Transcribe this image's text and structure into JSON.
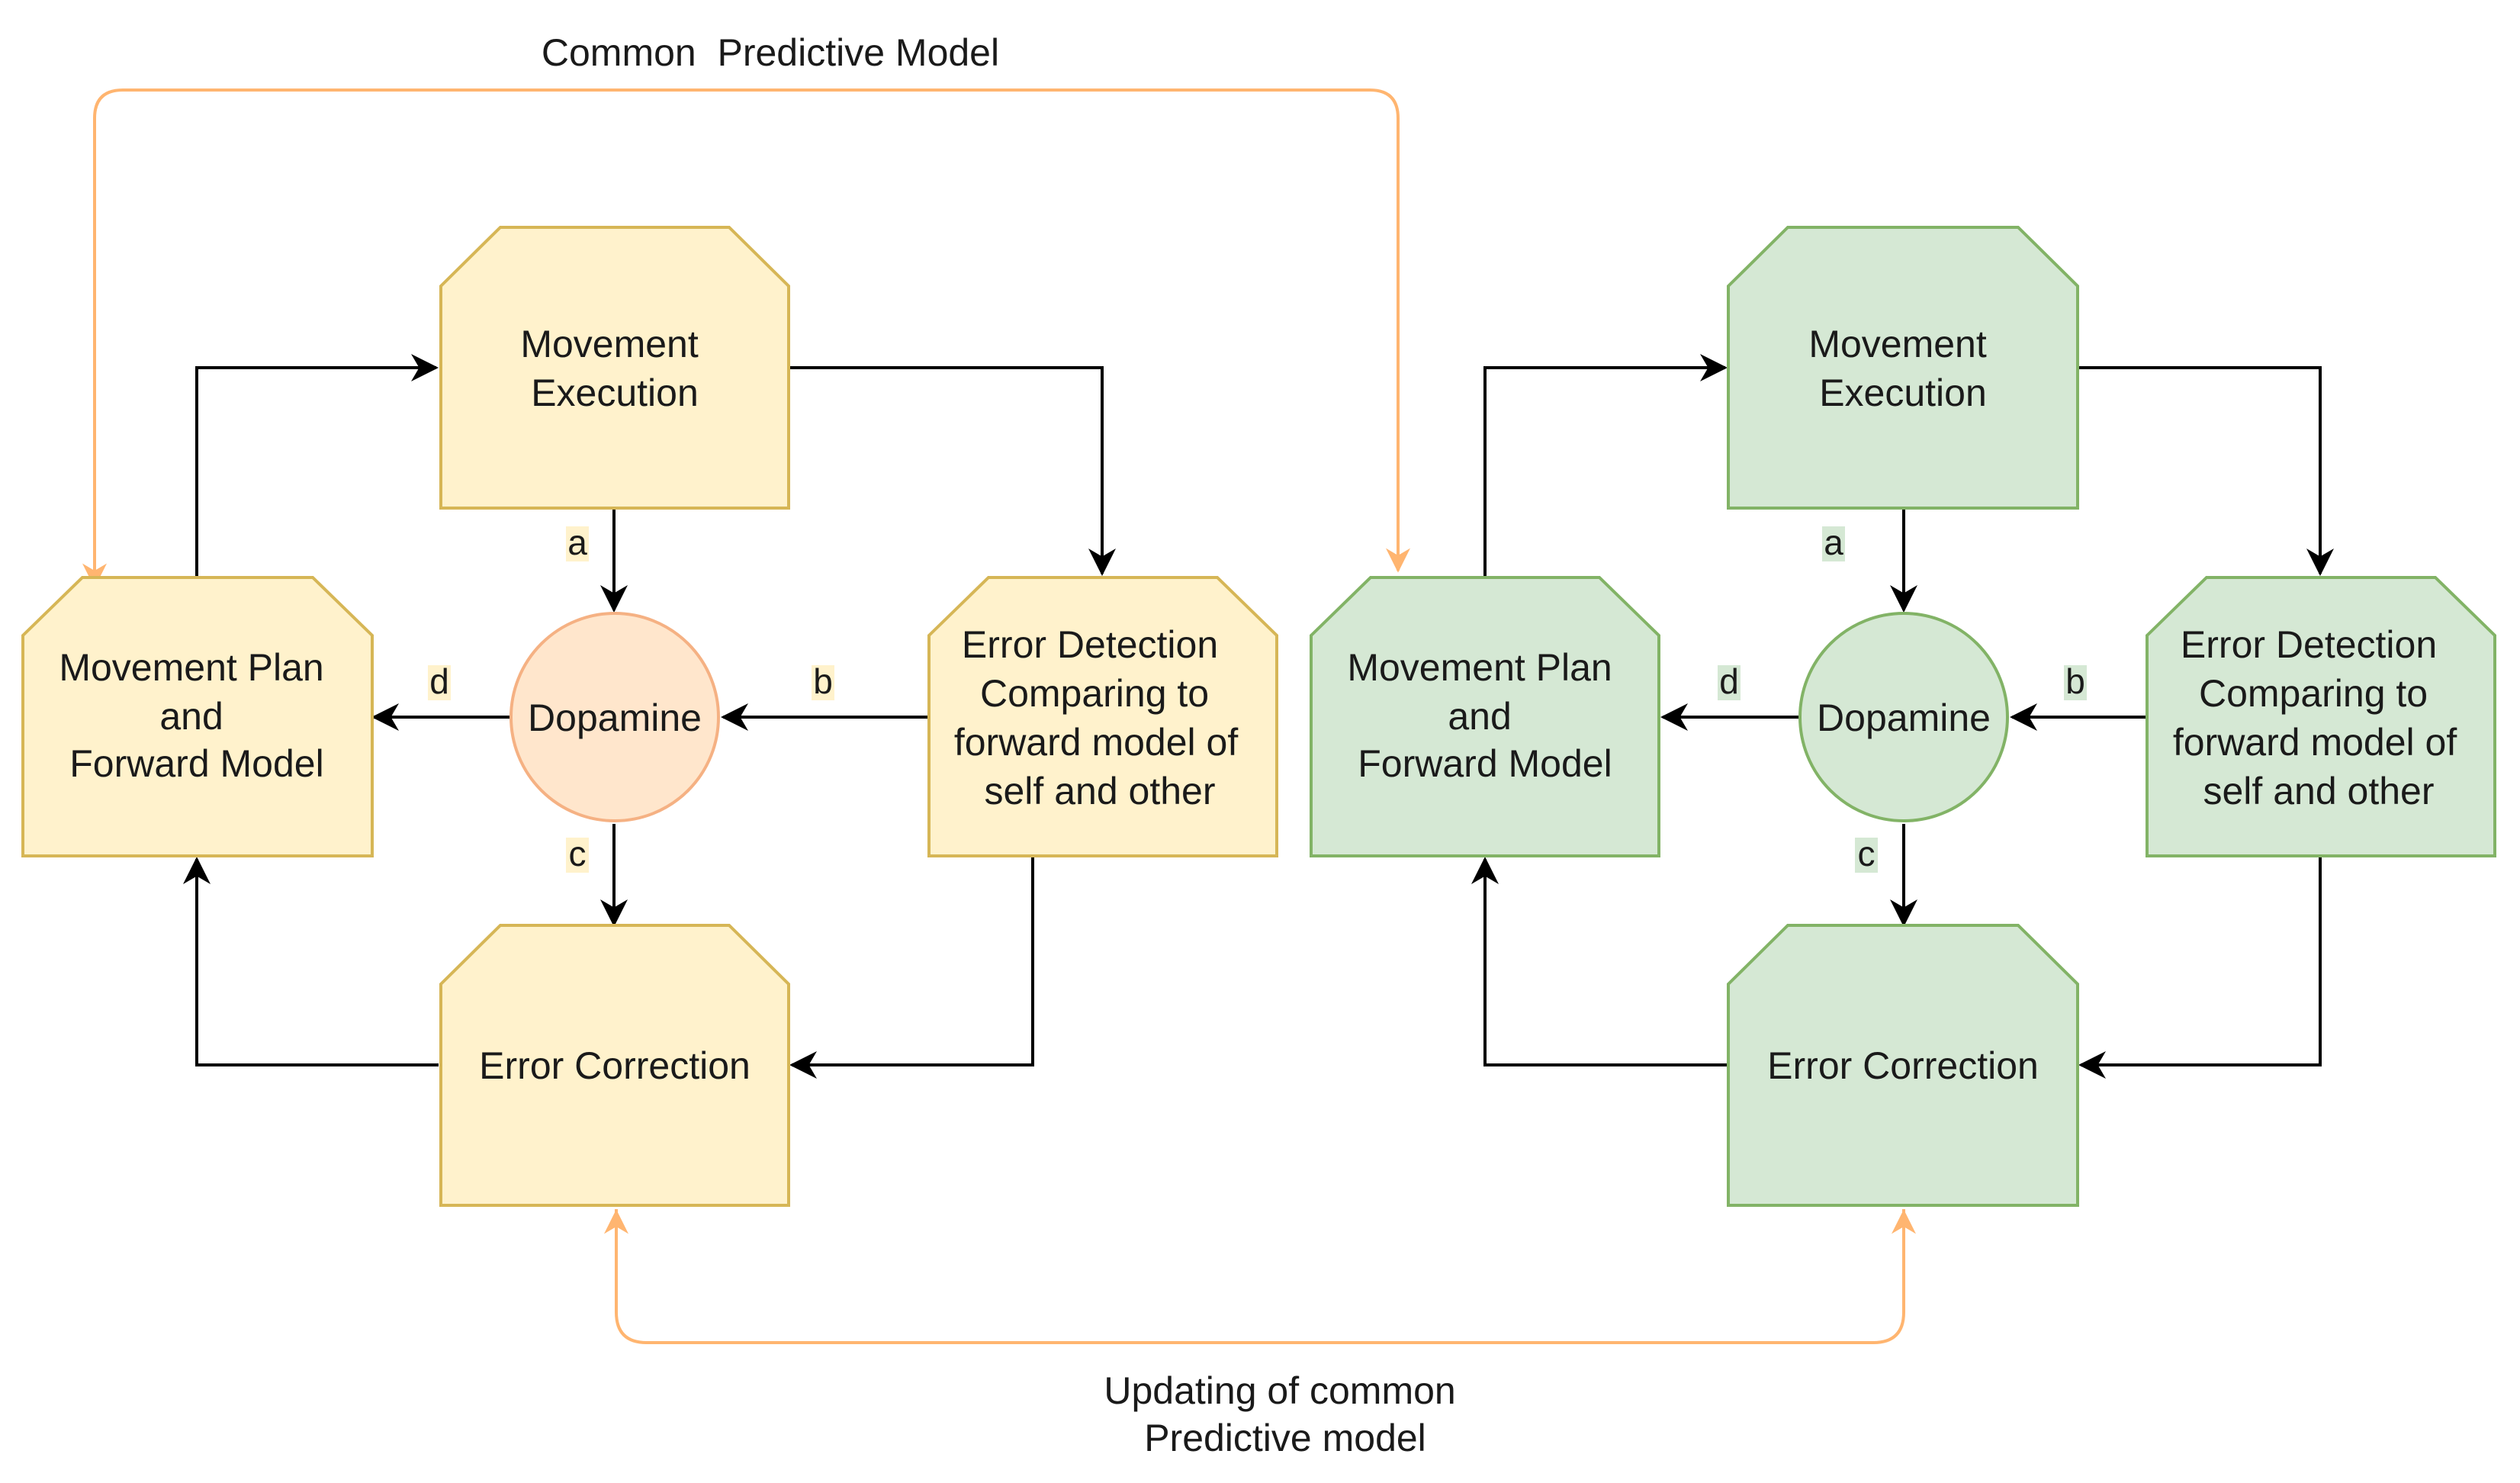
{
  "top_label": "Common  Predictive Model",
  "bottom_label": [
    "Updating of common",
    "Predictive model"
  ],
  "edge_labels": {
    "a": "a",
    "b": "b",
    "c": "c",
    "d": "d"
  },
  "colors": {
    "yellow_fill": "#fff2cc",
    "yellow_stroke": "#d6b656",
    "orange_fill": "#ffe6cc",
    "orange_stroke": "#f5b183",
    "green_fill": "#d5e8d4",
    "green_stroke": "#82b366",
    "link_orange": "#ffb570",
    "arrow": "#000000"
  },
  "panels": [
    {
      "name": "left",
      "movement_execution": [
        "Movement",
        "Execution"
      ],
      "movement_plan": [
        "Movement Plan",
        "and",
        "Forward Model"
      ],
      "dopamine": "Dopamine",
      "error_detection": [
        "Error Detection",
        "Comparing to",
        "forward model of",
        "self and other"
      ],
      "error_correction": "Error Correction"
    },
    {
      "name": "right",
      "movement_execution": [
        "Movement",
        "Execution"
      ],
      "movement_plan": [
        "Movement Plan",
        "and",
        "Forward Model"
      ],
      "dopamine": "Dopamine",
      "error_detection": [
        "Error Detection",
        "Comparing to",
        "forward model of",
        "self and other"
      ],
      "error_correction": "Error Correction"
    }
  ]
}
